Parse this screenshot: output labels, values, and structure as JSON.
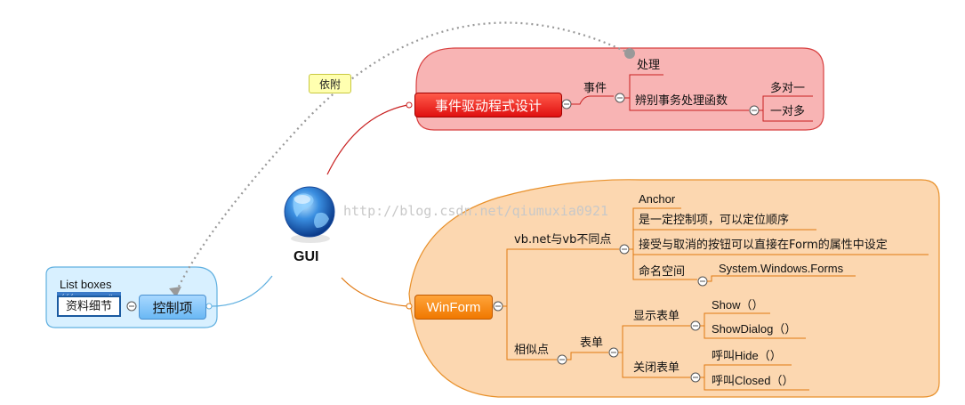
{
  "center": {
    "label": "GUI",
    "icon": "globe-icon"
  },
  "watermark": "http://blog.csdn.net/qiumuxia0921",
  "attach_label": "依附",
  "red_branch": {
    "title": "事件驱动程式设计",
    "event": "事件",
    "handle": "处理",
    "identify": "辨别事务处理函数",
    "many_to_one": "多对一",
    "one_to_many": "一对多"
  },
  "blue_branch": {
    "title": "控制项",
    "list_boxes": "List boxes",
    "detail": "资料细节"
  },
  "orange_branch": {
    "title": "WinForm",
    "diff": "vb.net与vb不同点",
    "anchor": "Anchor",
    "anchor_desc": "是一定控制项，可以定位顺序",
    "accept_cancel": "接受与取消的按钮可以直接在Form的属性中设定",
    "namespace": "命名空间",
    "namespace_value": "System.Windows.Forms",
    "similar": "相似点",
    "form": "表单",
    "show_form": "显示表单",
    "show": "Show（）",
    "show_dialog": "ShowDialog（）",
    "close_form": "关闭表单",
    "hide": "呼叫Hide（）",
    "closed": "呼叫Closed（）"
  },
  "colors": {
    "red_bg": "#f8b4b4",
    "red_border": "#d84040",
    "orange_bg": "#fcd7b0",
    "orange_border": "#e8902a",
    "blue_bg": "#d8f0ff",
    "blue_border": "#60b0e0"
  }
}
